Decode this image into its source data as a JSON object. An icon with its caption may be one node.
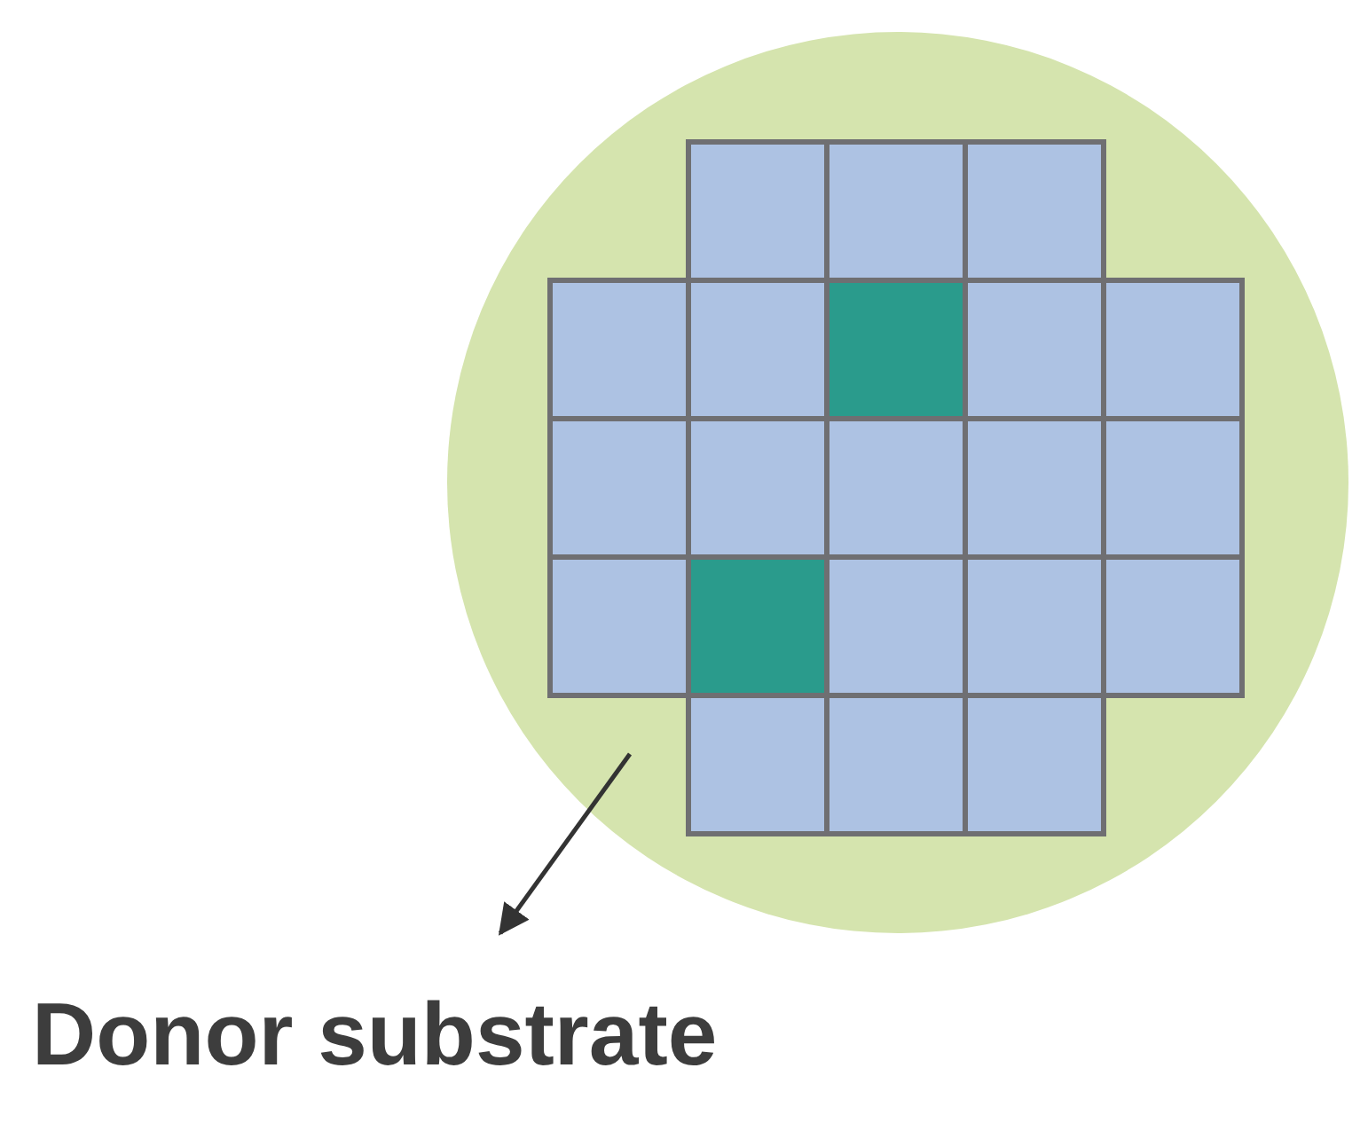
{
  "diagram": {
    "nodes": [
      {
        "text": [],
        "shape": "picture"
      },
      {
        "text": [
          "Donor substrate"
        ]
      }
    ],
    "edges": [
      {
        "from": 0,
        "to": 1,
        "arrow": "to"
      }
    ]
  }
}
